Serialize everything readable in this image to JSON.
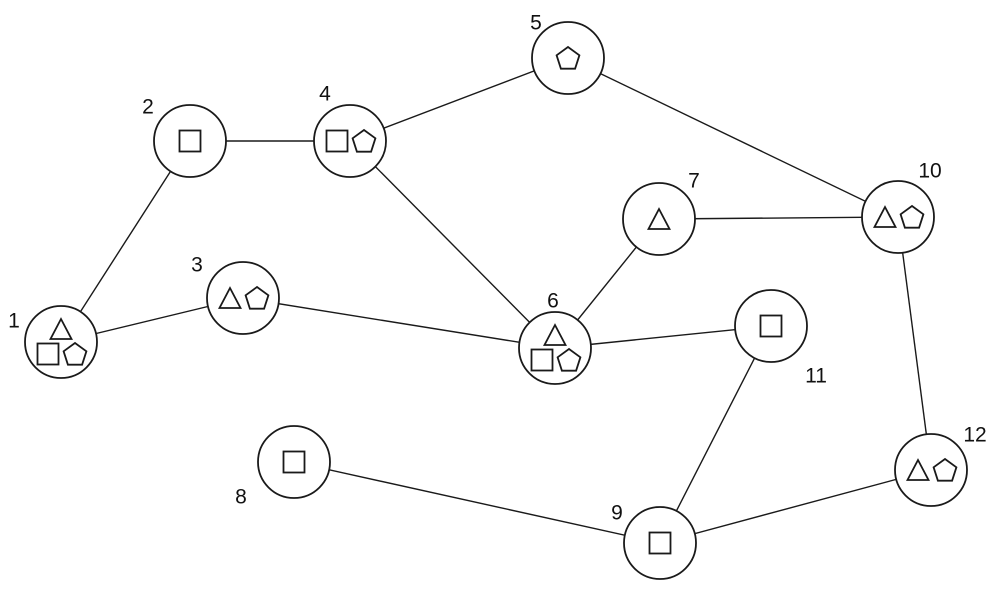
{
  "nodes": [
    {
      "id": "1",
      "label": "1",
      "shapes": [
        "triangle",
        "square",
        "pentagon"
      ]
    },
    {
      "id": "2",
      "label": "2",
      "shapes": [
        "square"
      ]
    },
    {
      "id": "3",
      "label": "3",
      "shapes": [
        "triangle",
        "pentagon"
      ]
    },
    {
      "id": "4",
      "label": "4",
      "shapes": [
        "square",
        "pentagon"
      ]
    },
    {
      "id": "5",
      "label": "5",
      "shapes": [
        "pentagon"
      ]
    },
    {
      "id": "6",
      "label": "6",
      "shapes": [
        "triangle",
        "square",
        "pentagon"
      ]
    },
    {
      "id": "7",
      "label": "7",
      "shapes": [
        "triangle"
      ]
    },
    {
      "id": "8",
      "label": "8",
      "shapes": [
        "square"
      ]
    },
    {
      "id": "9",
      "label": "9",
      "shapes": [
        "square"
      ]
    },
    {
      "id": "10",
      "label": "10",
      "shapes": [
        "triangle",
        "pentagon"
      ]
    },
    {
      "id": "11",
      "label": "11",
      "shapes": [
        "square"
      ]
    },
    {
      "id": "12",
      "label": "12",
      "shapes": [
        "triangle",
        "pentagon"
      ]
    }
  ],
  "edges": [
    [
      "1",
      "2"
    ],
    [
      "1",
      "3"
    ],
    [
      "2",
      "4"
    ],
    [
      "4",
      "5"
    ],
    [
      "4",
      "6"
    ],
    [
      "3",
      "6"
    ],
    [
      "5",
      "10"
    ],
    [
      "6",
      "7"
    ],
    [
      "7",
      "10"
    ],
    [
      "6",
      "11"
    ],
    [
      "10",
      "12"
    ],
    [
      "11",
      "9"
    ],
    [
      "8",
      "9"
    ],
    [
      "9",
      "12"
    ]
  ]
}
